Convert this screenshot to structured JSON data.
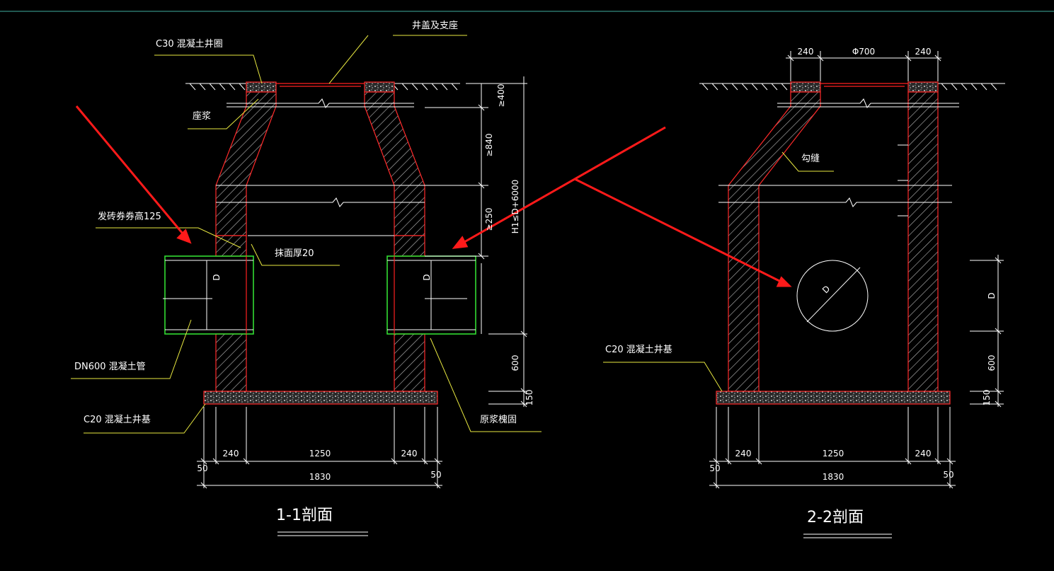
{
  "colors": {
    "background": "#000000",
    "wall_outline": "#ff2a2a",
    "pipe": "#33dd33",
    "leader": "#e8e840",
    "arrow": "#ff1a1a",
    "accent_top_line": "#3fb0a0"
  },
  "section1": {
    "title": "1-1剖面",
    "labels": {
      "ring": "C30 混凝土井圈",
      "cover": "井盖及支座",
      "mortar": "座浆",
      "brick": "发砖券券高125",
      "plaster": "抹面厚20",
      "pipe": "DN600 混凝土管",
      "base": "C20 混凝土井基",
      "grout": "原浆槐固"
    },
    "dims": {
      "d400": "≥400",
      "d840": "≥840",
      "d250": "≥250",
      "h1": "H1≤D+6000",
      "d600": "600",
      "d150": "150",
      "w240a": "240",
      "w1250": "1250",
      "w240b": "240",
      "w50a": "50",
      "w1830": "1830",
      "w50b": "50",
      "pipeD1": "D",
      "pipeD2": "D"
    }
  },
  "section2": {
    "title": "2-2剖面",
    "labels": {
      "joint": "勾缝",
      "base": "C20 混凝土井基"
    },
    "dims": {
      "t240a": "240",
      "t700": "Φ700",
      "t240b": "240",
      "rD": "D",
      "r600": "600",
      "r150": "150",
      "w240a": "240",
      "w1250": "1250",
      "w240b": "240",
      "w50a": "50",
      "w1830": "1830",
      "w50b": "50",
      "circleD": "D"
    }
  }
}
